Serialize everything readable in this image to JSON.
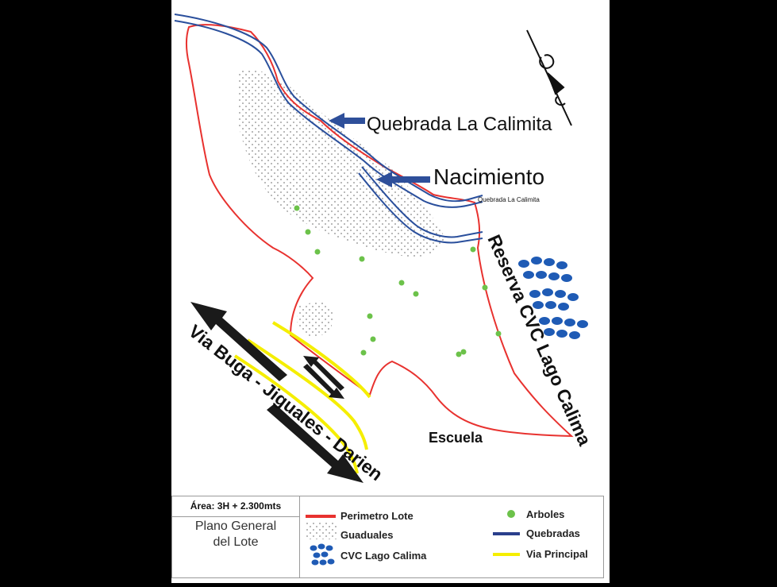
{
  "map": {
    "labels": {
      "stream": "Quebrada La Calimita",
      "spring": "Nacimiento",
      "stream_small": "Quebrada La Calimita",
      "reserve": "Reserva CVC Lago Calima",
      "road": "Via Buga - Jiguales - Darien",
      "school": "Escuela"
    }
  },
  "legend": {
    "area": "Área: 3H + 2.300mts",
    "title_line1": "Plano General",
    "title_line2": "del Lote",
    "items": {
      "perimeter": "Perimetro Lote",
      "guaduales": "Guaduales",
      "cvc": "CVC Lago Calima",
      "trees": "Arboles",
      "streams": "Quebradas",
      "road": "Via Principal"
    }
  },
  "colors": {
    "perimeter": "#e8322f",
    "stream": "#2a4f9c",
    "trees": "#6cc24a",
    "cvc_dots": "#1f5bb5",
    "road_yellow": "#f5ee00",
    "arrows": "#1a1a1a",
    "pointer_arrows": "#2e4f9a"
  }
}
